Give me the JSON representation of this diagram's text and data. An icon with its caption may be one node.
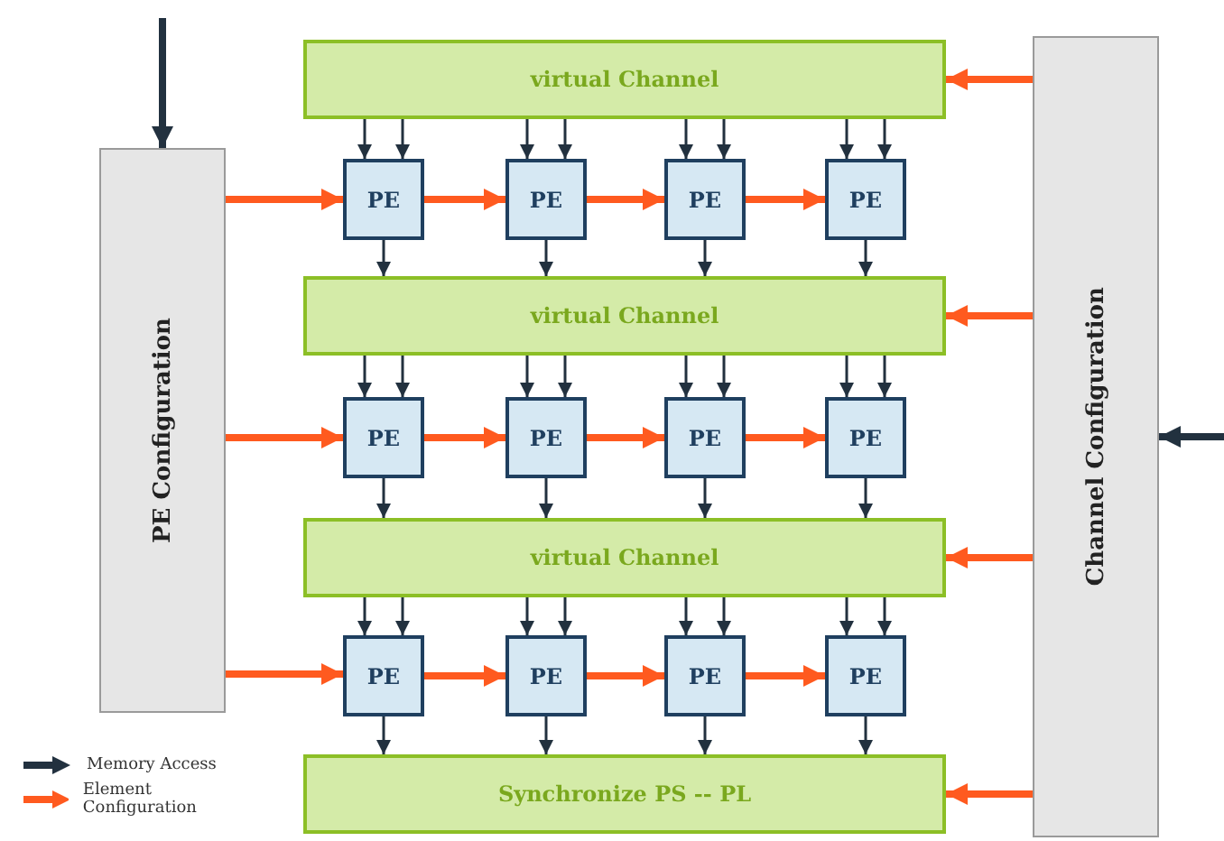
{
  "diagram": {
    "nodes": [
      {
        "text": [
          "PE Configuration"
        ]
      },
      {
        "text": [
          "Channel Configuration"
        ]
      },
      {
        "text": [
          "virtual Channel"
        ]
      },
      {
        "text": [
          "virtual Channel"
        ]
      },
      {
        "text": [
          "virtual Channel"
        ]
      },
      {
        "text": [
          "Synchronize PS -- PL"
        ]
      },
      {
        "text": [
          "PE"
        ]
      },
      {
        "text": [
          "PE"
        ]
      },
      {
        "text": [
          "PE"
        ]
      },
      {
        "text": [
          "PE"
        ]
      },
      {
        "text": [
          "PE"
        ]
      },
      {
        "text": [
          "PE"
        ]
      },
      {
        "text": [
          "PE"
        ]
      },
      {
        "text": [
          "PE"
        ]
      },
      {
        "text": [
          "PE"
        ]
      },
      {
        "text": [
          "PE"
        ]
      },
      {
        "text": [
          "PE"
        ]
      },
      {
        "text": [
          "PE"
        ]
      }
    ],
    "edges": [
      {
        "from": null,
        "to": 0,
        "arrow": "to",
        "style": "thick"
      },
      {
        "from": null,
        "to": 1,
        "arrow": "to",
        "style": "thick"
      },
      {
        "from": 1,
        "to": 2,
        "arrow": "to",
        "style": "thick",
        "color": "#ff5a1f"
      },
      {
        "from": 1,
        "to": 3,
        "arrow": "to",
        "style": "thick",
        "color": "#ff5a1f"
      },
      {
        "from": 1,
        "to": 4,
        "arrow": "to",
        "style": "thick",
        "color": "#ff5a1f"
      },
      {
        "from": 1,
        "to": 5,
        "arrow": "to",
        "style": "thick",
        "color": "#ff5a1f"
      },
      {
        "from": 0,
        "to": 6,
        "arrow": "to",
        "style": "thick",
        "color": "#ff5a1f"
      },
      {
        "from": 6,
        "to": 7,
        "arrow": "to",
        "style": "thick",
        "color": "#ff5a1f"
      },
      {
        "from": 7,
        "to": 8,
        "arrow": "to",
        "style": "thick",
        "color": "#ff5a1f"
      },
      {
        "from": 8,
        "to": 9,
        "arrow": "to",
        "style": "thick",
        "color": "#ff5a1f"
      },
      {
        "from": 0,
        "to": 10,
        "arrow": "to",
        "style": "thick",
        "color": "#ff5a1f"
      },
      {
        "from": 10,
        "to": 11,
        "arrow": "to",
        "style": "thick",
        "color": "#ff5a1f"
      },
      {
        "from": 11,
        "to": 12,
        "arrow": "to",
        "style": "thick",
        "color": "#ff5a1f"
      },
      {
        "from": 12,
        "to": 13,
        "arrow": "to",
        "style": "thick",
        "color": "#ff5a1f"
      },
      {
        "from": 0,
        "to": 14,
        "arrow": "to",
        "style": "thick",
        "color": "#ff5a1f"
      },
      {
        "from": 14,
        "to": 15,
        "arrow": "to",
        "style": "thick",
        "color": "#ff5a1f"
      },
      {
        "from": 15,
        "to": 16,
        "arrow": "to",
        "style": "thick",
        "color": "#ff5a1f"
      },
      {
        "from": 16,
        "to": 17,
        "arrow": "to",
        "style": "thick",
        "color": "#ff5a1f"
      },
      {
        "from": 2,
        "to": 6,
        "arrow": "to"
      },
      {
        "from": 2,
        "to": 6,
        "arrow": "to"
      },
      {
        "from": 2,
        "to": 7,
        "arrow": "to"
      },
      {
        "from": 2,
        "to": 7,
        "arrow": "to"
      },
      {
        "from": 2,
        "to": 8,
        "arrow": "to"
      },
      {
        "from": 2,
        "to": 8,
        "arrow": "to"
      },
      {
        "from": 2,
        "to": 9,
        "arrow": "to"
      },
      {
        "from": 2,
        "to": 9,
        "arrow": "to"
      },
      {
        "from": 6,
        "to": 3,
        "arrow": "to"
      },
      {
        "from": 7,
        "to": 3,
        "arrow": "to"
      },
      {
        "from": 8,
        "to": 3,
        "arrow": "to"
      },
      {
        "from": 9,
        "to": 3,
        "arrow": "to"
      },
      {
        "from": 3,
        "to": 10,
        "arrow": "to"
      },
      {
        "from": 3,
        "to": 10,
        "arrow": "to"
      },
      {
        "from": 3,
        "to": 11,
        "arrow": "to"
      },
      {
        "from": 3,
        "to": 11,
        "arrow": "to"
      },
      {
        "from": 3,
        "to": 12,
        "arrow": "to"
      },
      {
        "from": 3,
        "to": 12,
        "arrow": "to"
      },
      {
        "from": 3,
        "to": 13,
        "arrow": "to"
      },
      {
        "from": 3,
        "to": 13,
        "arrow": "to"
      },
      {
        "from": 10,
        "to": 4,
        "arrow": "to"
      },
      {
        "from": 11,
        "to": 4,
        "arrow": "to"
      },
      {
        "from": 12,
        "to": 4,
        "arrow": "to"
      },
      {
        "from": 13,
        "to": 4,
        "arrow": "to"
      },
      {
        "from": 4,
        "to": 14,
        "arrow": "to"
      },
      {
        "from": 4,
        "to": 14,
        "arrow": "to"
      },
      {
        "from": 4,
        "to": 15,
        "arrow": "to"
      },
      {
        "from": 4,
        "to": 15,
        "arrow": "to"
      },
      {
        "from": 4,
        "to": 16,
        "arrow": "to"
      },
      {
        "from": 4,
        "to": 16,
        "arrow": "to"
      },
      {
        "from": 4,
        "to": 17,
        "arrow": "to"
      },
      {
        "from": 4,
        "to": 17,
        "arrow": "to"
      },
      {
        "from": 14,
        "to": 5,
        "arrow": "to"
      },
      {
        "from": 15,
        "to": 5,
        "arrow": "to"
      },
      {
        "from": 16,
        "to": 5,
        "arrow": "to"
      },
      {
        "from": 17,
        "to": 5,
        "arrow": "to"
      }
    ],
    "legend": [
      {
        "text": "Memory Access"
      },
      {
        "text": "Element Configuration"
      }
    ]
  }
}
